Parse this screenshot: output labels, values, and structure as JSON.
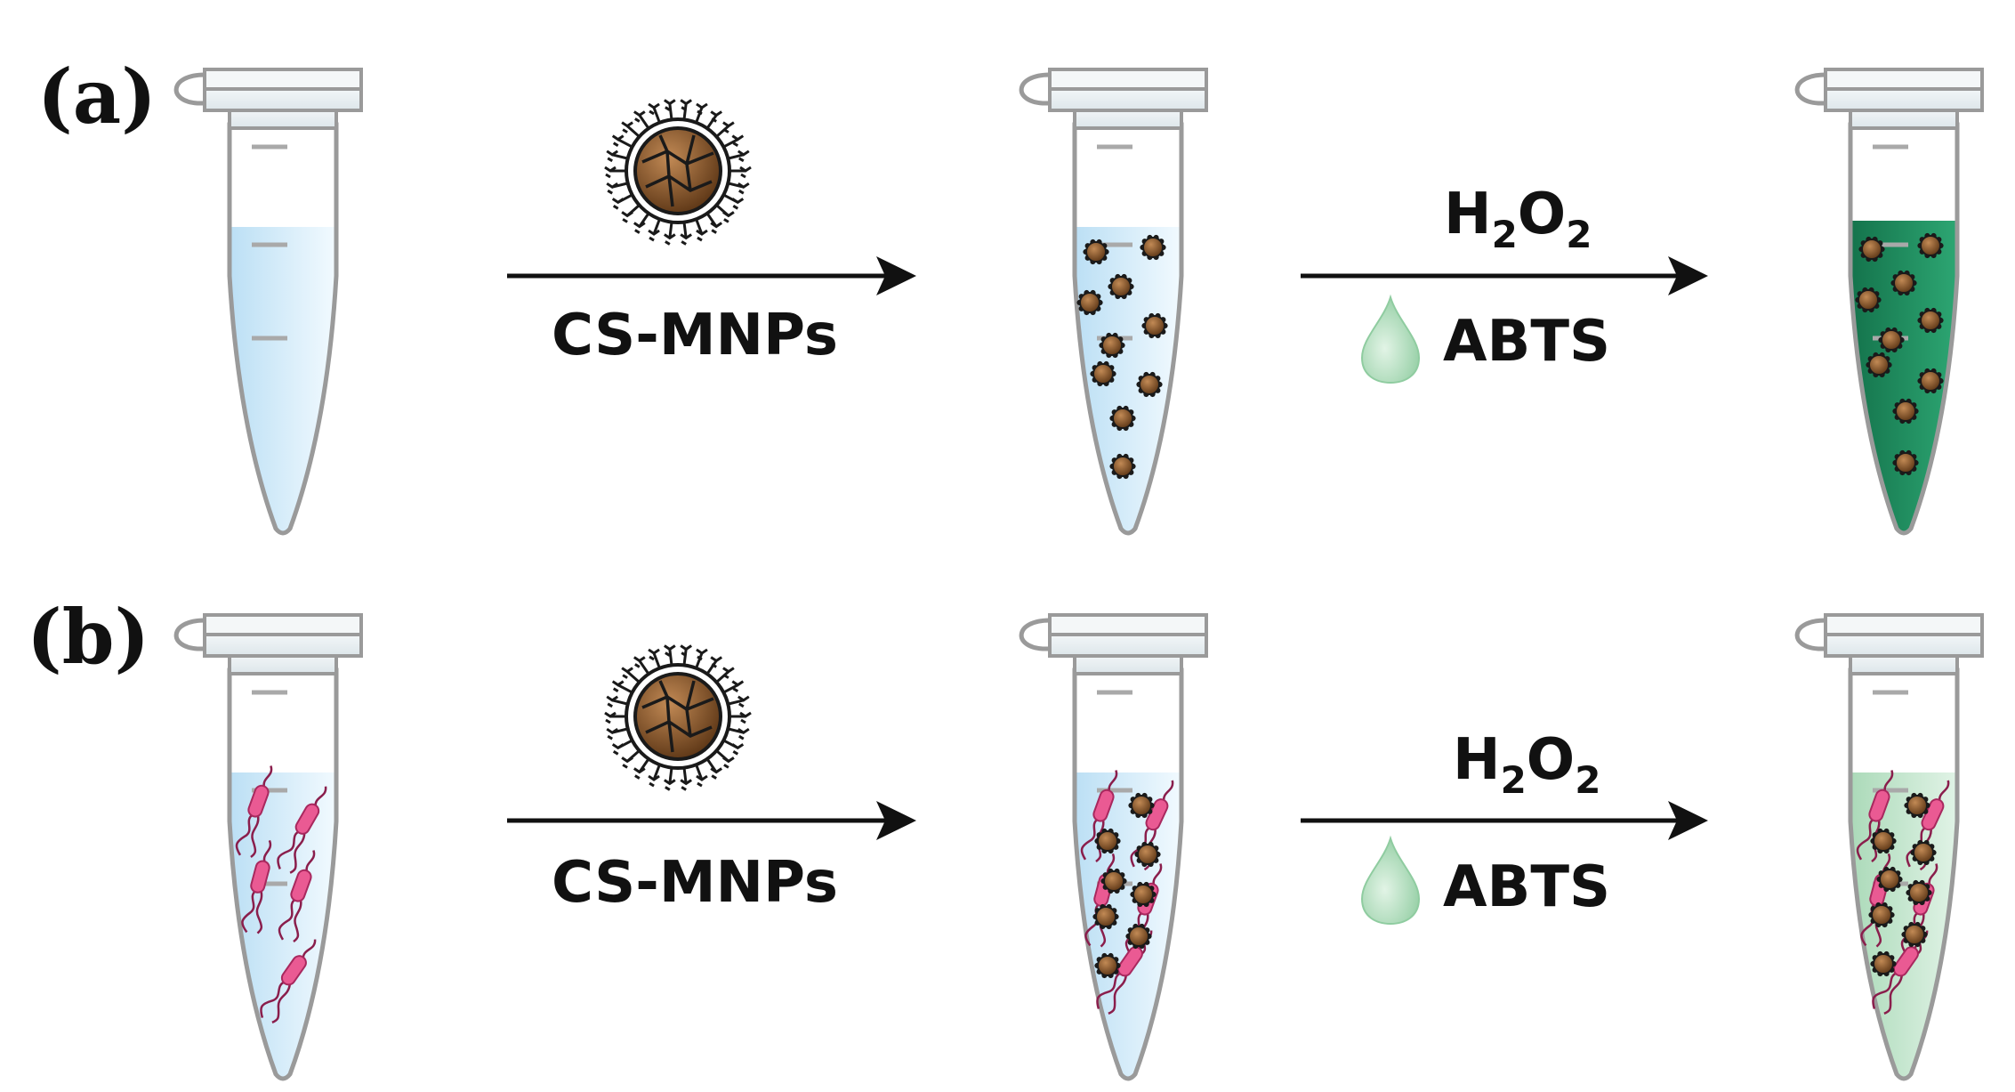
{
  "colors": {
    "tube_outline": "#9a9a9a",
    "liquid_buffer": "#cfe9f7",
    "liquid_dark_green": "#1e8a5e",
    "liquid_light_green": "#bfe3c9",
    "nanoparticle": "#6e4420",
    "bacteria": "#e04a86",
    "droplet": "#bfe3c9"
  },
  "panels": [
    {
      "label": "(a)",
      "step1": {
        "reagent": "CS-MNPs"
      },
      "step2": {
        "reagent_top_main": "H",
        "reagent_top_sub1": "2",
        "reagent_top_mid": "O",
        "reagent_top_sub2": "2",
        "reagent_bottom": "ABTS"
      }
    },
    {
      "label": "(b)",
      "step1": {
        "reagent": "CS-MNPs"
      },
      "step2": {
        "reagent_top_main": "H",
        "reagent_top_sub1": "2",
        "reagent_top_mid": "O",
        "reagent_top_sub2": "2",
        "reagent_bottom": "ABTS"
      }
    }
  ]
}
